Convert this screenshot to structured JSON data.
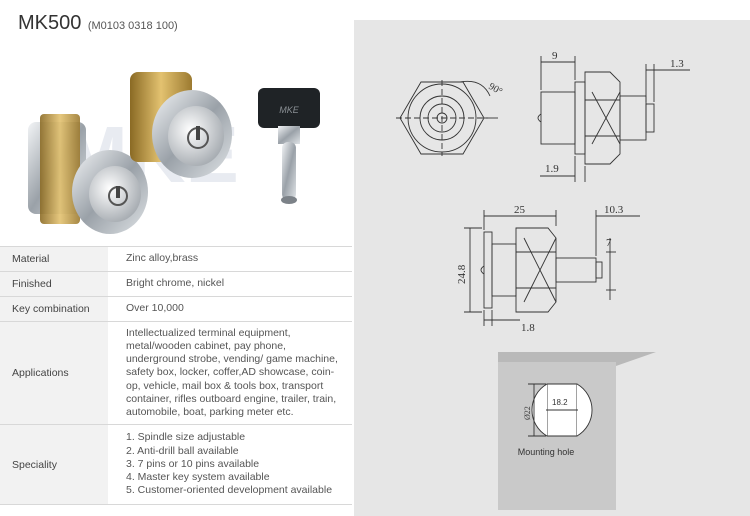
{
  "header": {
    "model": "MK500",
    "code": "(M0103 0318 100)"
  },
  "photo": {
    "watermark": "MKE",
    "key_grip_text": "MKE"
  },
  "specs": [
    {
      "label": "Material",
      "value": "Zinc alloy,brass"
    },
    {
      "label": "Finished",
      "value": "Bright chrome, nickel"
    },
    {
      "label": "Key combination",
      "value": "Over 10,000"
    },
    {
      "label": "Applications",
      "value": "Intellectualized terminal equipment, metal/wooden cabinet, pay phone, underground strobe, vending/ game machine, safety box, locker, coffer,AD showcase, coin-op, vehicle, mail box & tools box, transport container, rifles outboard engine, trailer, train, automobile, boat, parking meter etc."
    },
    {
      "label": "Speciality",
      "items": [
        "1. Spindle size adjustable",
        "2. Anti-drill ball  available",
        "3. 7 pins or 10 pins available",
        "4. Master key system available",
        "5. Customer-oriented development available"
      ]
    }
  ],
  "drawing": {
    "angle": "90°",
    "dim_9": "9",
    "dim_1_3": "1.3",
    "dim_1_9": "1.9",
    "dim_25": "25",
    "dim_10_3": "10.3",
    "dim_7": "7",
    "dim_24_8": "24.8",
    "dim_1_8": "1.8",
    "hole_height": "Ø22",
    "hole_width": "18.2",
    "mounting_label": "Mounting hole"
  },
  "colors": {
    "panel": "#e6e6e6",
    "label_bg": "#f2f2f2",
    "line": "#333333",
    "brass": "#c9a24a",
    "chrome": "#b9bec4"
  }
}
